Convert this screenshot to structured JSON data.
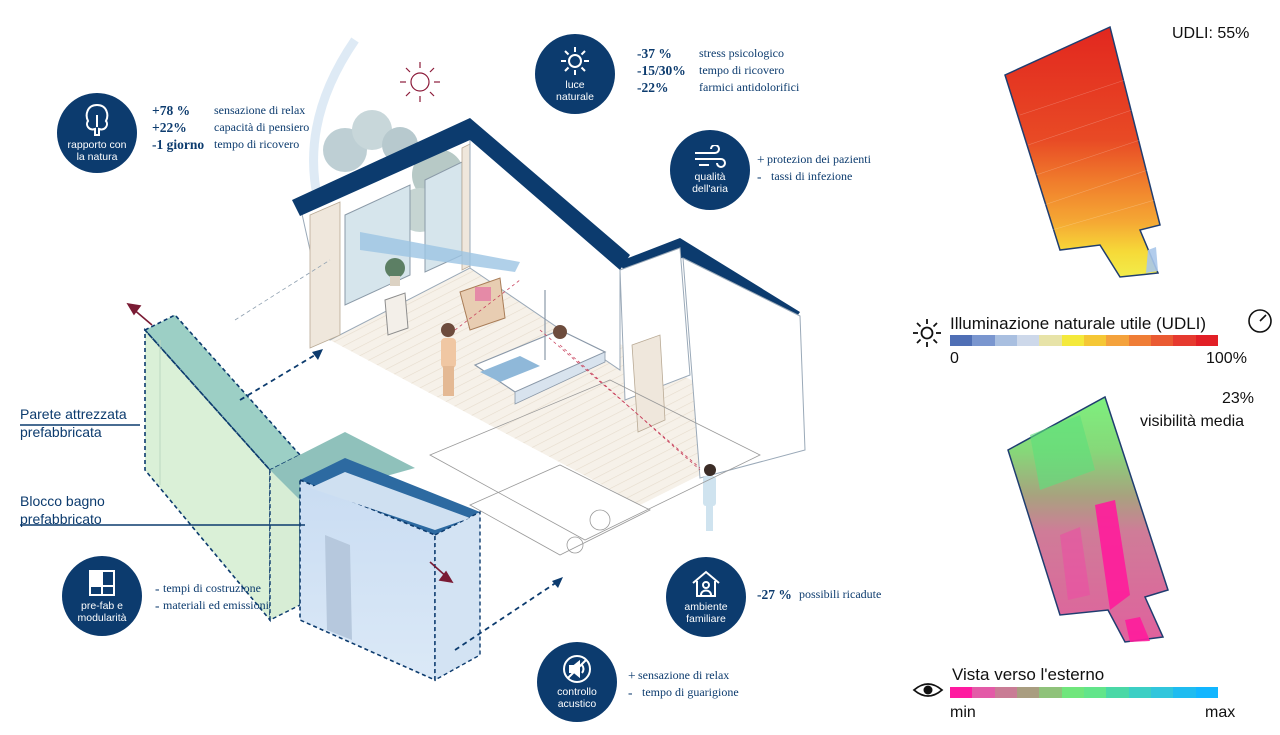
{
  "icons": [
    {
      "id": "nature",
      "label": "rapporto con\nla natura",
      "icon": "tree-icon"
    },
    {
      "id": "light",
      "label": "luce\nnaturale",
      "icon": "sun-icon"
    },
    {
      "id": "air",
      "label": "qualità\ndell'aria",
      "icon": "wind-icon"
    },
    {
      "id": "prefab",
      "label": "pre-fab e\nmodularità",
      "icon": "modules-icon"
    },
    {
      "id": "home",
      "label": "ambiente\nfamiliare",
      "icon": "home-icon"
    },
    {
      "id": "acoustic",
      "label": "controllo\nacustico",
      "icon": "sound-icon"
    }
  ],
  "stats": {
    "nature": [
      {
        "num": "+78 %",
        "desc": "sensazione di relax"
      },
      {
        "num": "+22%",
        "desc": "capacità di pensiero"
      },
      {
        "num": "-1 giorno",
        "desc": "tempo di ricovero"
      }
    ],
    "light": [
      {
        "num": "-37 %",
        "desc": "stress psicologico"
      },
      {
        "num": "-15/30%",
        "desc": "tempo di ricovero"
      },
      {
        "num": "-22%",
        "desc": "farmici antidolorifici"
      }
    ],
    "air": [
      {
        "num": "+",
        "desc": "protezion dei pazienti"
      },
      {
        "num": "-",
        "desc": "tassi di infezione"
      }
    ],
    "prefab": [
      {
        "num": "-",
        "desc": "tempi di costruzione"
      },
      {
        "num": "-",
        "desc": "materiali ed emissioni"
      }
    ],
    "home": [
      {
        "num": "-27 %",
        "desc": "possibili ricadute"
      }
    ],
    "acoustic": [
      {
        "num": "+",
        "desc": "sensazione di relax"
      },
      {
        "num": "-",
        "desc": "tempo di guarigione"
      }
    ]
  },
  "labels": {
    "wall": [
      "Parete attrezzata",
      "prefabbricata"
    ],
    "bath": [
      "Blocco bagno",
      "prefabbricato"
    ]
  },
  "udli": {
    "summary": "UDLI: 55%",
    "title": "Illuminazione naturale utile (UDLI)",
    "min": "0",
    "max": "100%",
    "colors": [
      "#4f6fb5",
      "#7a96cf",
      "#a9bfe0",
      "#cdd8ea",
      "#e7e3a8",
      "#f4e93b",
      "#f5c735",
      "#f4a23c",
      "#ef7d36",
      "#ea5a32",
      "#e63a2f",
      "#e21f26"
    ]
  },
  "view": {
    "percent": "23%",
    "caption": "visibilità media",
    "title": "Vista verso l'esterno",
    "min": "min",
    "max": "max",
    "colors": [
      "#ff1aa0",
      "#e35aa7",
      "#c97c95",
      "#a99d80",
      "#8fc27a",
      "#70e67c",
      "#62e58a",
      "#4ad8a6",
      "#3ccfc4",
      "#31c6dc",
      "#1fbcf0",
      "#12b6ff"
    ]
  }
}
